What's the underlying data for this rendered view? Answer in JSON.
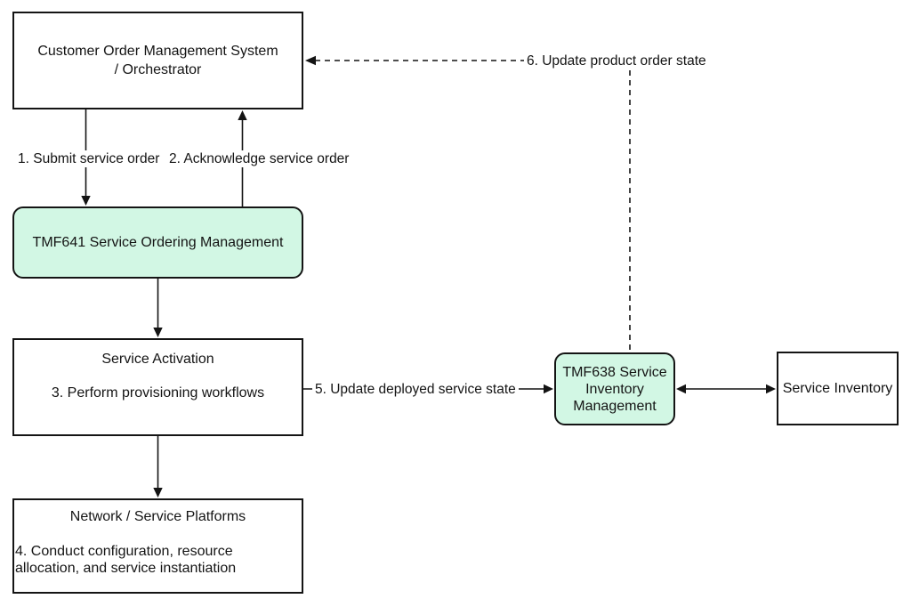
{
  "diagram": {
    "colors": {
      "background": "#ffffff",
      "node_fill_white": "#ffffff",
      "node_fill_green": "#d2f7e4",
      "stroke": "#141414",
      "text": "#141414"
    },
    "nodes": {
      "customer": {
        "label": "Customer Order Management System\n/ Orchestrator"
      },
      "tmf641": {
        "label": "TMF641 Service Ordering Management"
      },
      "activation": {
        "title": "Service Activation",
        "body": "3. Perform provisioning workflows"
      },
      "network": {
        "title": "Network / Service Platforms",
        "body": "4. Conduct configuration, resource allocation, and service instantiation"
      },
      "tmf638": {
        "label": "TMF638 Service Inventory Management"
      },
      "inventory": {
        "label": "Service Inventory"
      }
    },
    "edges": {
      "submit": {
        "label": "1. Submit service order"
      },
      "acknowledge": {
        "label": "2. Acknowledge service order"
      },
      "update_deployed": {
        "label": "5. Update deployed service state"
      },
      "update_product": {
        "label": "6. Update product order state"
      }
    }
  }
}
